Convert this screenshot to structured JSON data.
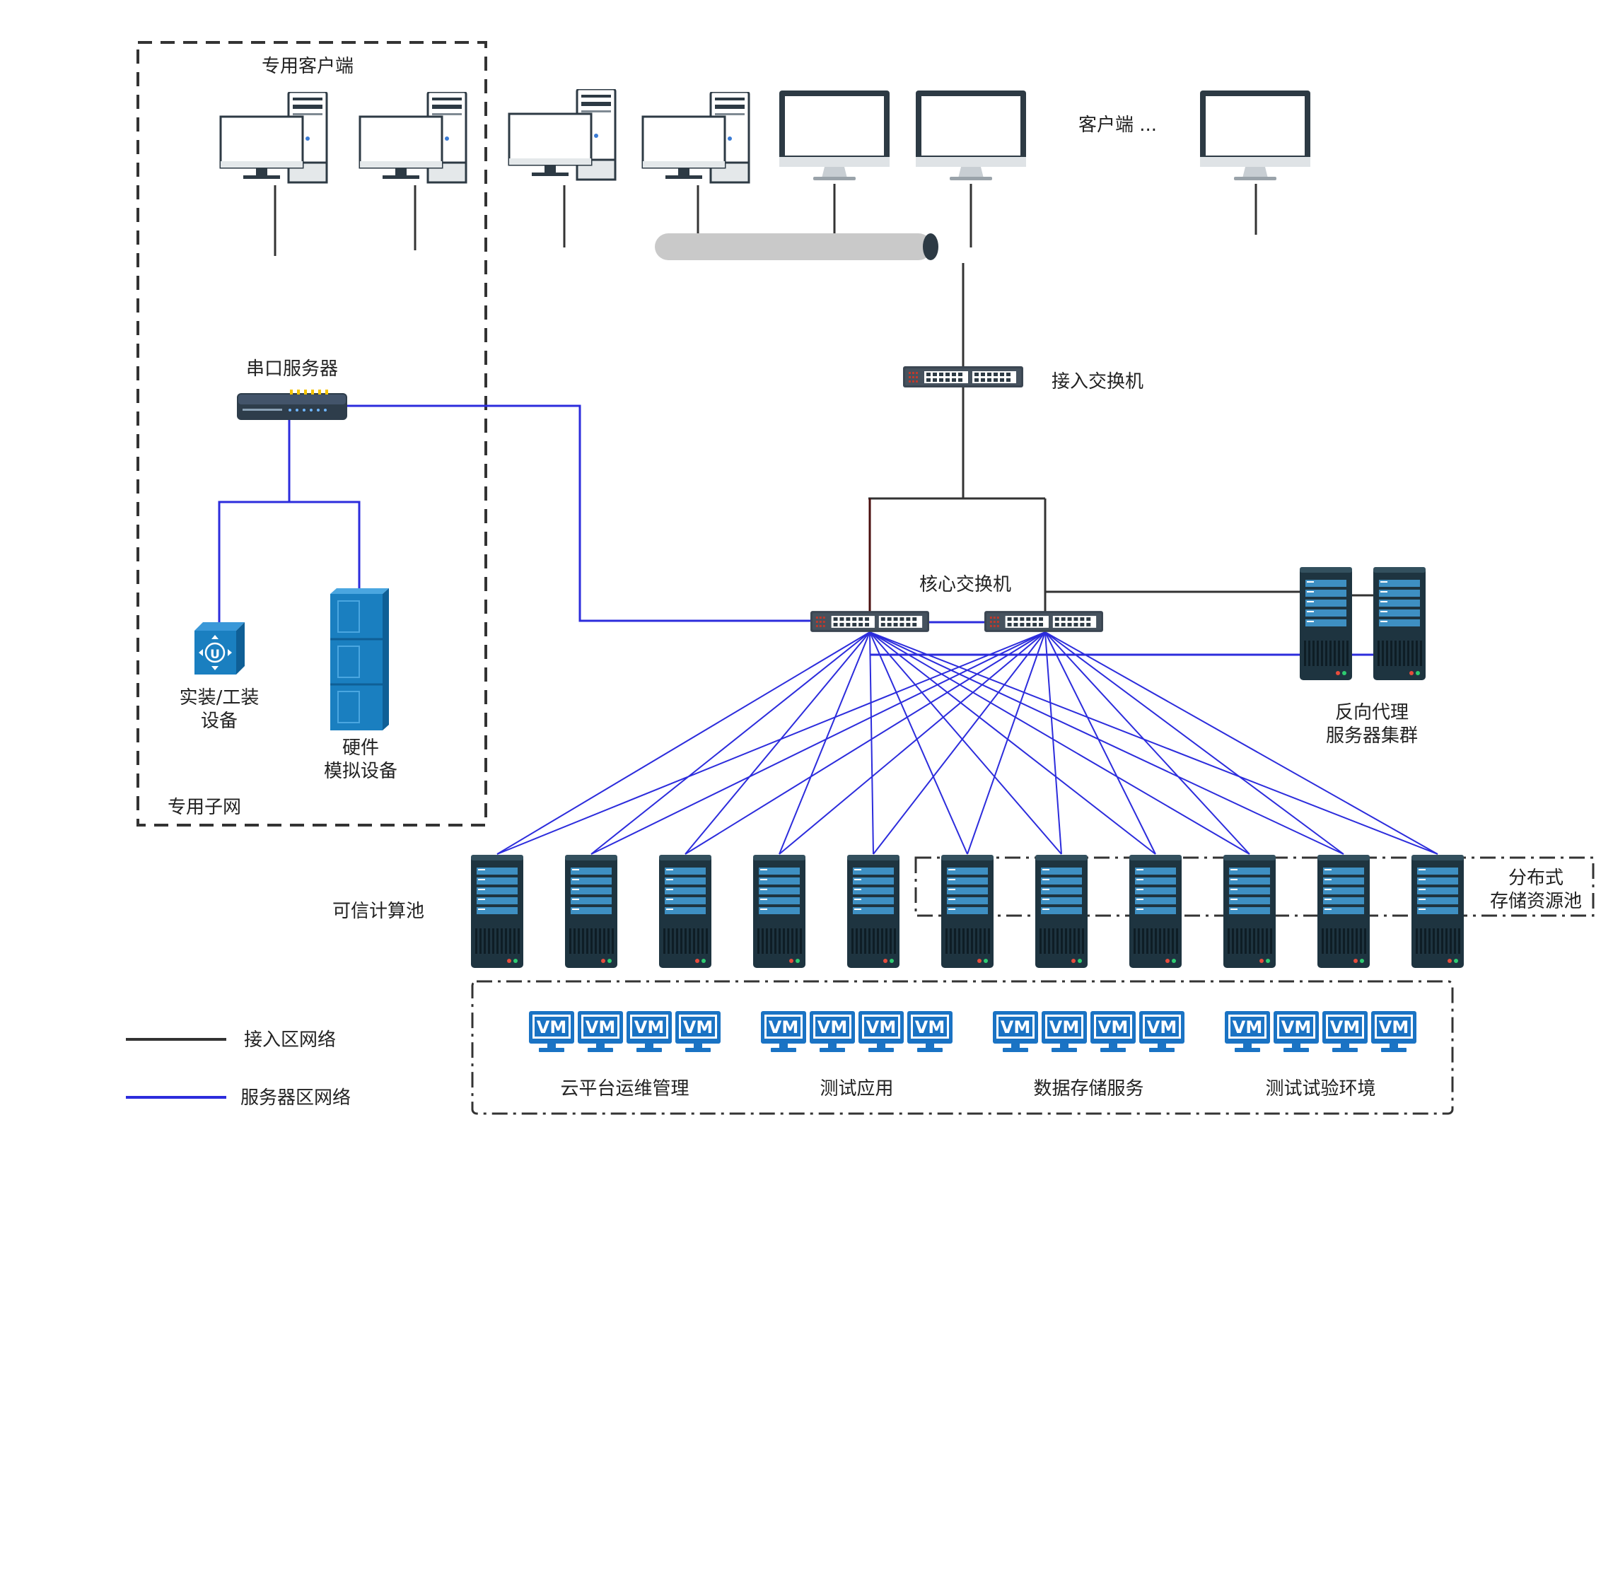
{
  "colors": {
    "access_line": "#333333",
    "server_line": "#2c2cdc",
    "server_body": "#1e3440",
    "server_accent": "#3e8fc2",
    "device_blue": "#1a7fc0",
    "vm_blue": "#1a73c4",
    "switch_body": "#3b4652",
    "pipe_gray": "#c9c9c9",
    "dash_border": "#333333"
  },
  "labels": {
    "dedicated_clients": "专用客户端",
    "clients": "客户端 ...",
    "access_switch": "接入交换机",
    "core_switch": "核心交换机",
    "serial_server": "串口服务器",
    "fixture_line1": "实装/工装",
    "fixture_line2": "设备",
    "hwsim_line1": "硬件",
    "hwsim_line2": "模拟设备",
    "dedicated_subnet": "专用子网",
    "reverse_proxy_line1": "反向代理",
    "reverse_proxy_line2": "服务器集群",
    "trusted_pool": "可信计算池",
    "storage_line1": "分布式",
    "storage_line2": "存储资源池"
  },
  "vm_label": "VM",
  "vm_groups": [
    {
      "name": "云平台运维管理",
      "count": 4
    },
    {
      "name": "测试应用",
      "count": 4
    },
    {
      "name": "数据存储服务",
      "count": 4
    },
    {
      "name": "测试试验环境",
      "count": 4
    }
  ],
  "legend": [
    {
      "label": "接入区网络",
      "color_key": "access_line"
    },
    {
      "label": "服务器区网络",
      "color_key": "server_line"
    }
  ],
  "icons": {
    "desktop_pc": "desktop-tower-icon",
    "monitor": "monitor-icon",
    "switch": "network-switch-icon",
    "server": "rack-server-icon",
    "serial_server": "serial-server-icon",
    "fixture": "fixture-device-icon",
    "hw_sim": "hardware-simulator-icon",
    "vm": "vm-monitor-icon",
    "pipe": "network-bus-icon"
  },
  "server_pool_count": 11
}
